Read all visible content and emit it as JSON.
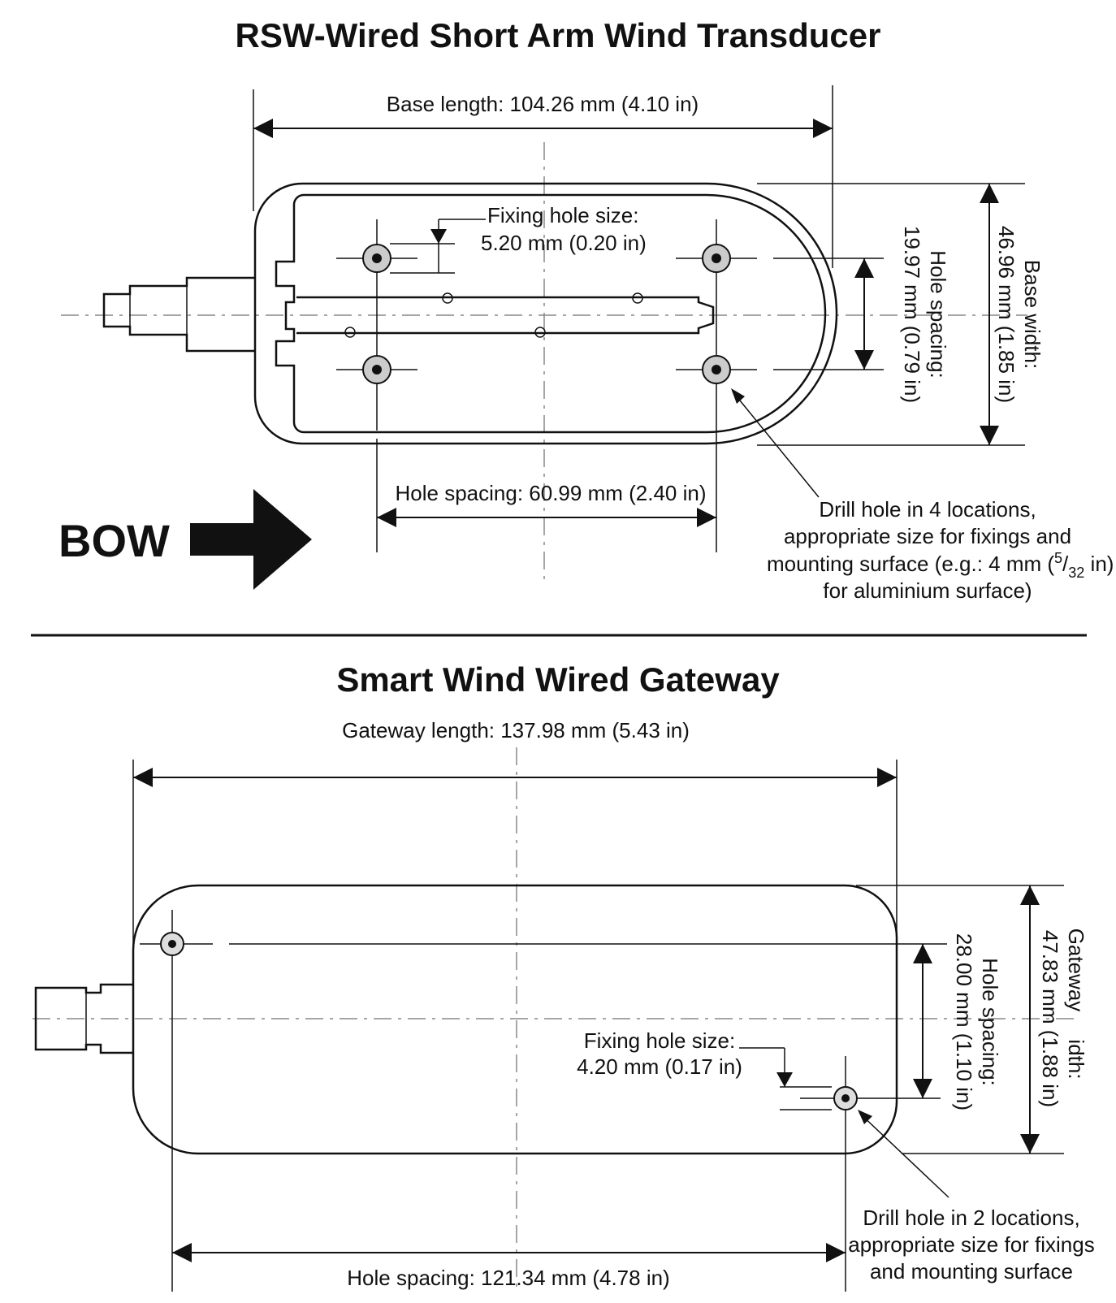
{
  "transducer": {
    "title": "RSW-Wired Short Arm Wind Transducer",
    "base_length": "Base length: 104.26 mm (4.10 in)",
    "base_width_line1": "Base width:",
    "base_width_line2": "46.96 mm (1.85 in)",
    "hole_spacing_v_line1": "Hole spacing:",
    "hole_spacing_v_line2": "19.97 mm (0.79 in)",
    "fixing_hole_line1": "Fixing hole size:",
    "fixing_hole_line2": "5.20 mm (0.20 in)",
    "hole_spacing_h": "Hole spacing: 60.99 mm (2.40 in)",
    "drill_line1": "Drill hole in 4 locations,",
    "drill_line2": "appropriate size for fixings and",
    "drill_line3_a": "mounting surface (e.g.: 4 mm (",
    "drill_line3_sup": "5",
    "drill_line3_slash": "/",
    "drill_line3_sub": "32",
    "drill_line3_b": " in)",
    "drill_line4": "for aluminium surface)",
    "bow_label": "BOW"
  },
  "gateway": {
    "title": "Smart Wind Wired Gateway",
    "length": "Gateway length: 137.98 mm (5.43 in)",
    "width_line1": "Gateway",
    "width_line1b": "idth:",
    "width_line2": "47.83 mm (1.88 in)",
    "hole_spacing_v_line1": "Hole spacing:",
    "hole_spacing_v_line2": "28.00 mm (1.10 in)",
    "fixing_hole_line1": "Fixing hole size:",
    "fixing_hole_line2": "4.20 mm (0.17 in)",
    "hole_spacing_h": "Hole spacing: 121.34  mm (4.78 in)",
    "drill_line1": "Drill hole in 2 locations,",
    "drill_line2": "appropriate size for fixings",
    "drill_line3": "and mounting surface"
  }
}
